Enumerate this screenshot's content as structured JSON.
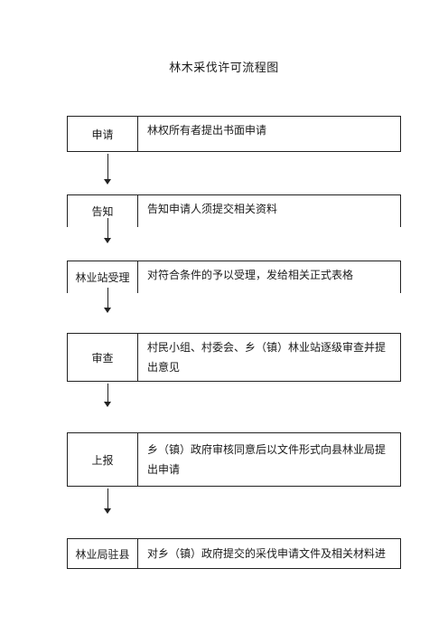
{
  "title": "林木采伐许可流程图",
  "steps": [
    {
      "label": "申请",
      "desc": "林权所有者提出书面申请"
    },
    {
      "label": "告知",
      "desc": "告知申请人须提交相关资料"
    },
    {
      "label": "林业站受理",
      "desc": "对符合条件的予以受理，发给相关正式表格"
    },
    {
      "label": "审查",
      "desc": "村民小组、村委会、乡（镇）林业站逐级审查并提出意见"
    },
    {
      "label": "上报",
      "desc": "乡（镇）政府审核同意后以文件形式向县林业局提出申请"
    },
    {
      "label": "林业局驻县",
      "desc": "对乡（镇）政府提交的采伐申请文件及相关材料进"
    }
  ]
}
